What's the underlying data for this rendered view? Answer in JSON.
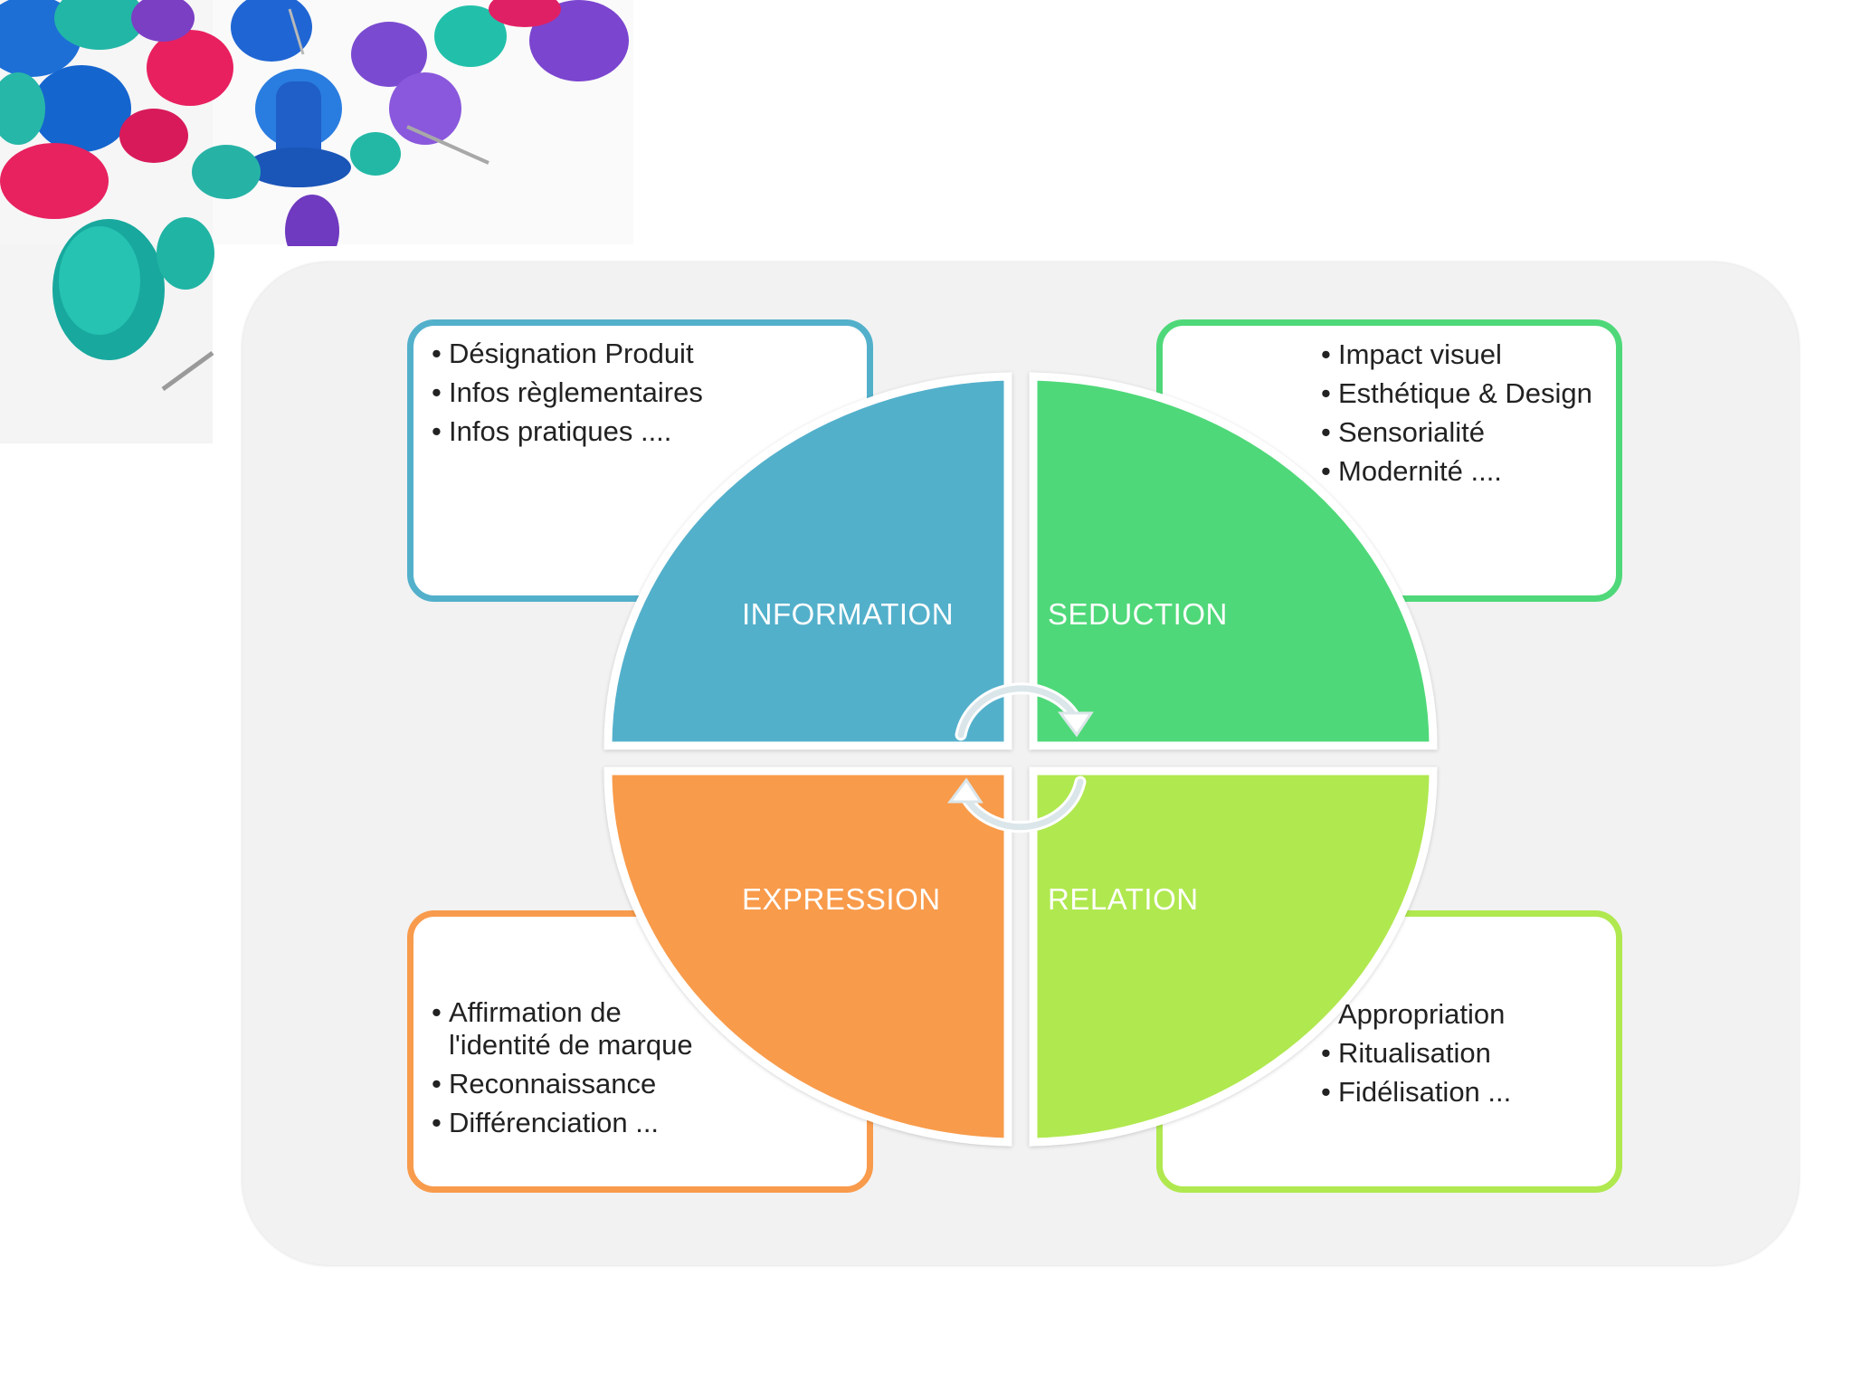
{
  "diagram": {
    "center_icon": "circular-arrows-icon",
    "quadrants": [
      {
        "id": "information",
        "label": "INFORMATION",
        "color": "#53b0cb",
        "items": [
          "Désignation Produit",
          "Infos règlementaires",
          "Infos pratiques ...."
        ]
      },
      {
        "id": "seduction",
        "label": "SEDUCTION",
        "color": "#4fd879",
        "items": [
          "Impact visuel",
          "Esthétique & Design",
          "Sensorialité",
          "Modernité ...."
        ]
      },
      {
        "id": "expression",
        "label": "EXPRESSION",
        "color": "#f89b4c",
        "items": [
          "Affirmation de l'identité de marque",
          "Reconnaissance",
          "Différenciation ..."
        ]
      },
      {
        "id": "relation",
        "label": "RELATION",
        "color": "#b0e84f",
        "items": [
          "Appropriation",
          "Ritualisation",
          "Fidélisation ..."
        ]
      }
    ]
  },
  "decor": {
    "image": "colorful-push-pins-photo"
  }
}
